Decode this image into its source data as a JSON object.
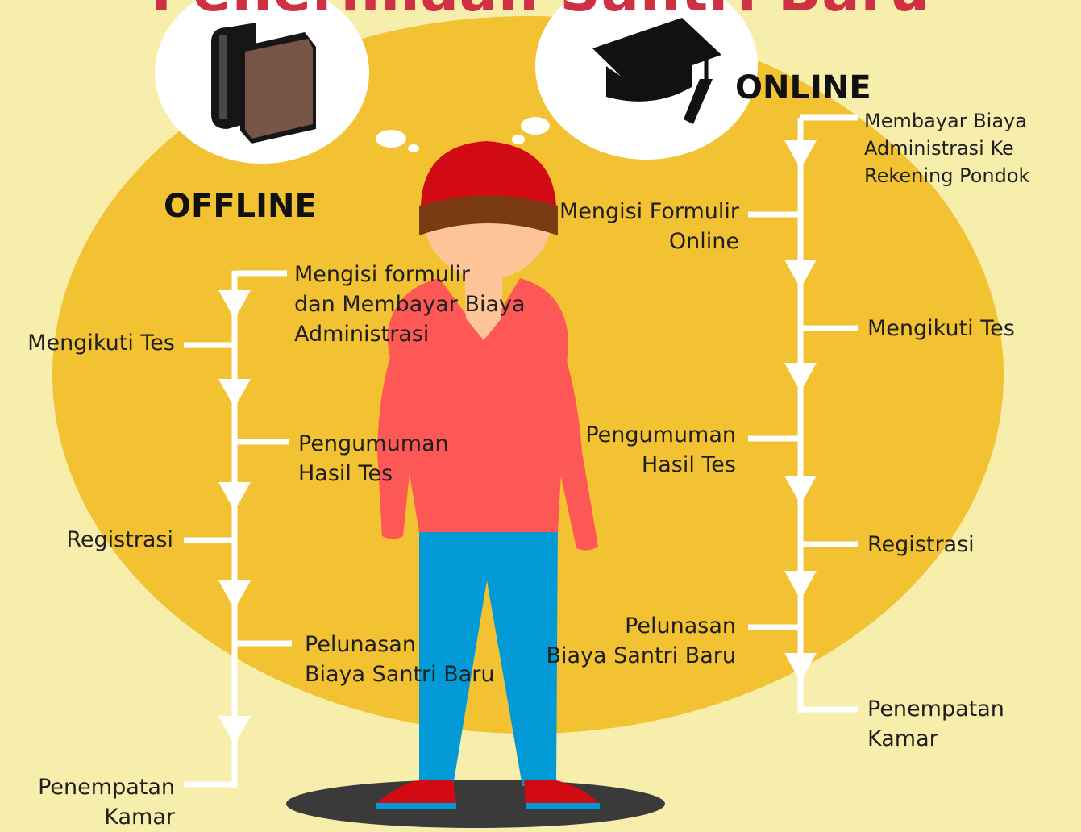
{
  "title": "Penerimaan Santri Baru",
  "colors": {
    "background": "#f6eeaa",
    "circle": "#f2c232",
    "title": "#cf3043",
    "flow_line": "#ffffff",
    "shirt": "#fd5756",
    "pants": "#0199d6",
    "cap": "#d10a13",
    "skin": "#fec598",
    "hair": "#7a3a12",
    "book_black": "#161616",
    "book_brown": "#795548",
    "shadow": "#3a3a3a"
  },
  "offline": {
    "heading": "OFFLINE",
    "icon": "books-icon",
    "steps": [
      {
        "id": 1,
        "lines": [
          "Mengisi formulir",
          "dan Membayar Biaya",
          "Administrasi"
        ]
      },
      {
        "id": 2,
        "lines": [
          "Mengikuti Tes"
        ]
      },
      {
        "id": 3,
        "lines": [
          "Pengumuman",
          "Hasil Tes"
        ]
      },
      {
        "id": 4,
        "lines": [
          "Registrasi"
        ]
      },
      {
        "id": 5,
        "lines": [
          "Pelunasan",
          "Biaya Santri Baru"
        ]
      },
      {
        "id": 6,
        "lines": [
          "Penempatan",
          "Kamar"
        ]
      }
    ]
  },
  "online": {
    "heading": "ONLINE",
    "icon": "graduation-cap-icon",
    "steps": [
      {
        "id": 1,
        "lines": [
          "Membayar Biaya",
          "Administrasi Ke",
          "Rekening Pondok"
        ]
      },
      {
        "id": 2,
        "lines": [
          "Mengisi Formulir",
          "Online"
        ]
      },
      {
        "id": 3,
        "lines": [
          "Mengikuti Tes"
        ]
      },
      {
        "id": 4,
        "lines": [
          "Pengumuman",
          "Hasil Tes"
        ]
      },
      {
        "id": 5,
        "lines": [
          "Registrasi"
        ]
      },
      {
        "id": 6,
        "lines": [
          "Pelunasan",
          "Biaya Santri Baru"
        ]
      },
      {
        "id": 7,
        "lines": [
          "Penempatan",
          "Kamar"
        ]
      }
    ]
  }
}
